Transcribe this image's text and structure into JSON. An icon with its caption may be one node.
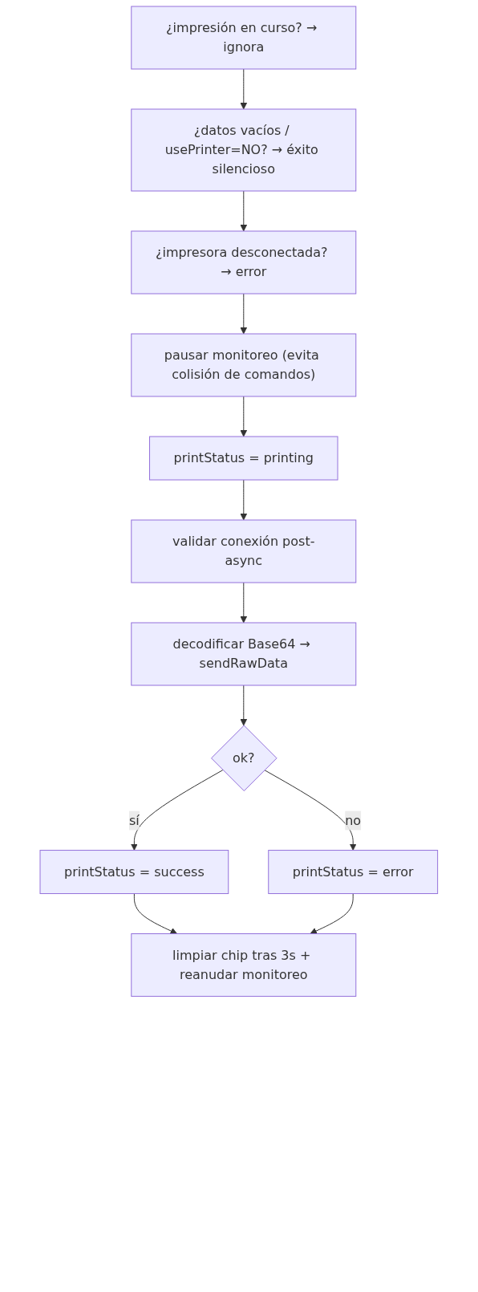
{
  "diagram": {
    "nodes": [
      {
        "text": [
          "¿impresión en curso? → ignora"
        ]
      },
      {
        "text": [
          "¿datos vacíos / usePrinter=NO? → éxito silencioso"
        ]
      },
      {
        "text": [
          "¿impresora desconectada? → error"
        ]
      },
      {
        "text": [
          "pausar monitoreo (evita colisión de comandos)"
        ]
      },
      {
        "text": [
          "printStatus = printing"
        ]
      },
      {
        "text": [
          "validar conexión post-async"
        ]
      },
      {
        "text": [
          "decodificar Base64 → sendRawData"
        ]
      },
      {
        "text": [
          "ok?"
        ]
      },
      {
        "text": [
          "printStatus = success"
        ]
      },
      {
        "text": [
          "printStatus = error"
        ]
      },
      {
        "text": [
          "limpiar chip tras 3s + reanudar monitoreo"
        ]
      }
    ],
    "edges": [
      {
        "from": 0,
        "to": 1,
        "arrow": "to"
      },
      {
        "from": 1,
        "to": 2,
        "arrow": "to"
      },
      {
        "from": 2,
        "to": 3,
        "arrow": "to"
      },
      {
        "from": 3,
        "to": 4,
        "arrow": "to"
      },
      {
        "from": 4,
        "to": 5,
        "arrow": "to"
      },
      {
        "from": 5,
        "to": 6,
        "arrow": "to"
      },
      {
        "from": 6,
        "to": 7,
        "arrow": "to"
      },
      {
        "from": 7,
        "to": 8,
        "label": "sí",
        "arrow": "to"
      },
      {
        "from": 7,
        "to": 9,
        "label": "no",
        "arrow": "to"
      },
      {
        "from": 8,
        "to": 10,
        "arrow": "to"
      },
      {
        "from": 9,
        "to": 10,
        "arrow": "to"
      }
    ]
  }
}
